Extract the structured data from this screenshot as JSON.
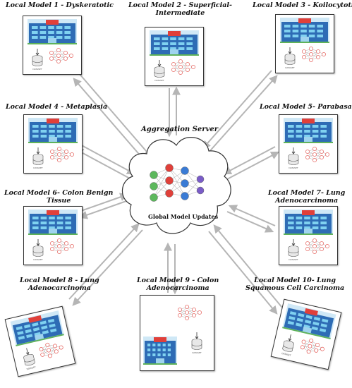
{
  "server": {
    "title": "Aggregation Server",
    "caption": "Global Model Updates"
  },
  "models": [
    {
      "line1": "Local Model 1 - Dyskeratotic",
      "line2": ""
    },
    {
      "line1": "Local Model 2 - Superficial-",
      "line2": "Intermediate"
    },
    {
      "line1": "Local Model 3 - Koilocytotic",
      "line2": ""
    },
    {
      "line1": "Local Model 4 - Metaplasia",
      "line2": ""
    },
    {
      "line1": "Local Model 5- Parabasal",
      "line2": ""
    },
    {
      "line1": "Local Model  6- Colon Benign",
      "line2": "Tissue"
    },
    {
      "line1": "Local Model 7- Lung",
      "line2": "Adenocarcinoma"
    },
    {
      "line1": "Local Model 8 - Lung",
      "line2": "Adenocarcinoma"
    },
    {
      "line1": "Local Model 9 - Colon",
      "line2": "Adenocarcinoma"
    },
    {
      "line1": "Local Model 10- Lung",
      "line2": "Squamous Cell Carcinoma"
    }
  ],
  "dataset_label": "DATASET",
  "colors": {
    "node_green": "#5cb85c",
    "node_red": "#e0403a",
    "node_blue": "#3a7bd5",
    "node_purple": "#7a5cc8",
    "arrow": "#b5b5b5"
  }
}
